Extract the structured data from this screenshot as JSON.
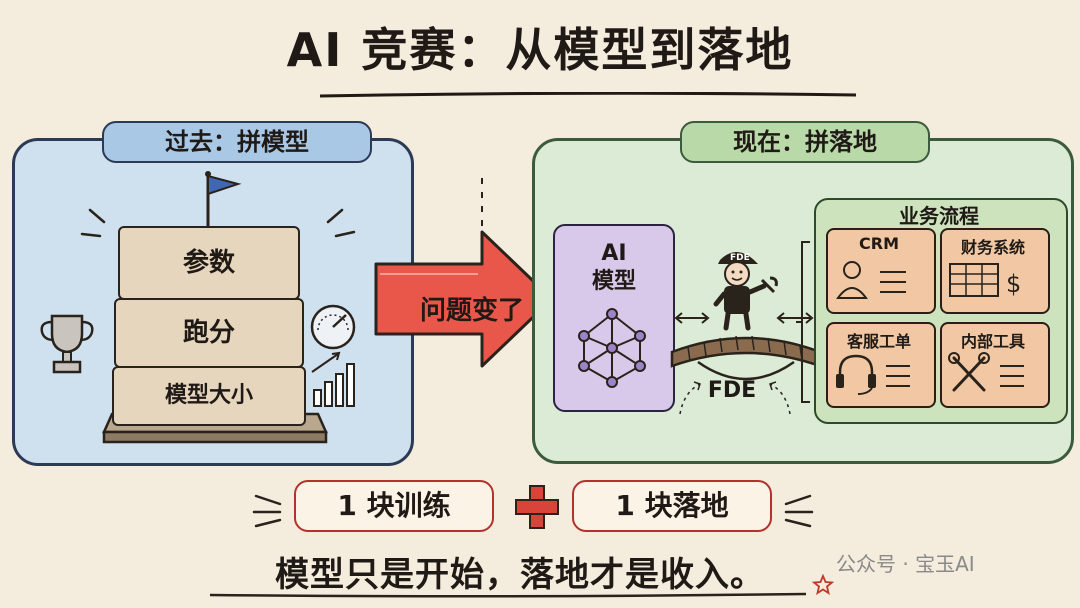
{
  "title": "AI 竞赛：从模型到落地",
  "left_panel": {
    "label": "过去：拼模型",
    "stack": [
      "参数",
      "跑分",
      "模型大小"
    ]
  },
  "arrow": {
    "label": "问题变了"
  },
  "right_panel": {
    "label": "现在：拼落地",
    "ai_model": [
      "AI",
      "模型"
    ],
    "fde": {
      "cap": "FDE",
      "label": "FDE"
    },
    "business": {
      "title": "业务流程",
      "items": [
        "CRM",
        "财务系统",
        "客服工单",
        "内部工具"
      ]
    }
  },
  "bottom": {
    "left_pill": "1 块训练",
    "right_pill": "1 块落地",
    "caption": "模型只是开始，落地才是收入。"
  },
  "watermark": "公众号 · 宝玉AI",
  "colors": {
    "left_panel": "#cfe0ee",
    "right_panel": "#dcebd5",
    "arrow": "#e9574b",
    "accent_red": "#b3322b"
  }
}
